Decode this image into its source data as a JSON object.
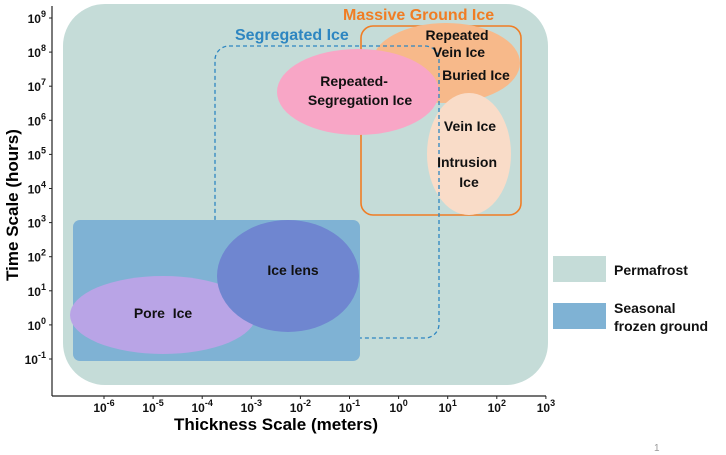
{
  "axes": {
    "y_title": "Time Scale (hours)",
    "x_title": "Thickness Scale (meters)",
    "y_ticks": [
      {
        "base": "10",
        "exp": "9"
      },
      {
        "base": "10",
        "exp": "8"
      },
      {
        "base": "10",
        "exp": "7"
      },
      {
        "base": "10",
        "exp": "6"
      },
      {
        "base": "10",
        "exp": "5"
      },
      {
        "base": "10",
        "exp": "4"
      },
      {
        "base": "10",
        "exp": "3"
      },
      {
        "base": "10",
        "exp": "2"
      },
      {
        "base": "10",
        "exp": "1"
      },
      {
        "base": "10",
        "exp": "0"
      },
      {
        "base": "10",
        "exp": "-1"
      }
    ],
    "x_ticks": [
      {
        "base": "10",
        "exp": "-6"
      },
      {
        "base": "10",
        "exp": "-5"
      },
      {
        "base": "10",
        "exp": "-4"
      },
      {
        "base": "10",
        "exp": "-3"
      },
      {
        "base": "10",
        "exp": "-2"
      },
      {
        "base": "10",
        "exp": "-1"
      },
      {
        "base": "10",
        "exp": "0"
      },
      {
        "base": "10",
        "exp": "1"
      },
      {
        "base": "10",
        "exp": "2"
      },
      {
        "base": "10",
        "exp": "3"
      }
    ]
  },
  "groups": {
    "segregated_ice": "Segregated Ice",
    "massive_ground_ice": "Massive Ground Ice"
  },
  "regions": {
    "repeated_segregation_line1": "Repeated-",
    "repeated_segregation_line2": "Segregation Ice",
    "repeated_vein_line1": "Repeated",
    "repeated_vein_line2": "Vein Ice",
    "buried_ice": "Buried Ice",
    "vein_ice": "Vein Ice",
    "intrusion_line1": "Intrusion",
    "intrusion_line2": "Ice",
    "ice_lens": "Ice lens",
    "pore_ice": "Pore  Ice"
  },
  "legend": {
    "permafrost": "Permafrost",
    "seasonal_line1": "Seasonal",
    "seasonal_line2": "frozen ground"
  },
  "page_number": "1",
  "colors": {
    "permafrost": "#c5dcd8",
    "seasonal": "#7fb2d4",
    "segregated_title": "#2e86c1",
    "massive_title": "#f07d24",
    "segregated_border": "#2e86c1",
    "massive_border": "#f07d24",
    "repeated_segregation": "#f8a6c6",
    "repeated_vein": "#f7b98a",
    "vein_intrusion": "#f9dcc8",
    "ice_lens": "#6f86d0",
    "pore_ice": "#b9a4e6"
  }
}
